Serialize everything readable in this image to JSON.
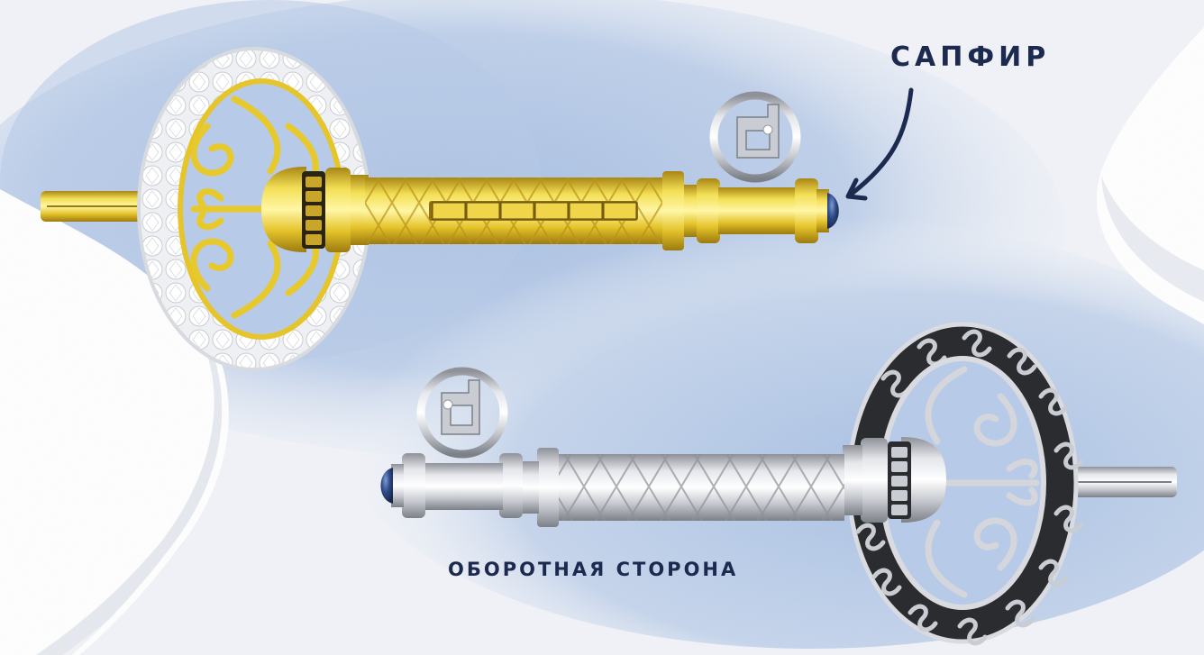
{
  "labels": {
    "sapphire": "САПФИР",
    "reverse_side": "ОБОРОТНАЯ СТОРОНА"
  },
  "scene": {
    "front_key": {
      "metal": "yellow gold",
      "head": "oval filigree with diamond halo",
      "tip_stone": "blue sapphire cabochon",
      "charm": "silver ring charm with small diamond"
    },
    "back_key": {
      "metal": "white/silver",
      "head": "oval filigree with black enamel scroll border",
      "tip_stone": "blue sapphire cabochon",
      "charm": "silver ring charm with small diamond"
    },
    "arrow": "hand-drawn arrow pointing to sapphire tip"
  },
  "colors": {
    "text": "#1b2a4e",
    "background_blue": "#b9cbe6",
    "background_white": "#ffffff",
    "gold": "#e6c52a",
    "gold_dark": "#b8931a",
    "silver": "#c9ccd2",
    "enamel": "#2a2c30",
    "sapphire": "#2e4a86"
  }
}
